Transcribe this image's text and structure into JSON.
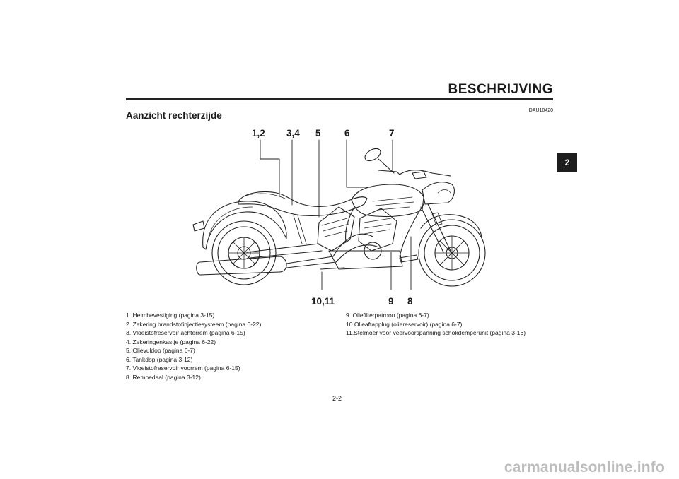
{
  "header": {
    "section_title": "BESCHRIJVING",
    "doc_code": "DAU10420",
    "subheading": "Aanzicht rechterzijde",
    "chapter_tab": "2"
  },
  "diagram": {
    "callouts": [
      "1,2",
      "3,4",
      "5",
      "6",
      "7",
      "10,11",
      "9",
      "8"
    ]
  },
  "legend": {
    "left": [
      "1.  Helmbevestiging (pagina 3-15)",
      "2.  Zekering brandstofinjectiesysteem (pagina 6-22)",
      "3.  Vloeistofreservoir achterrem (pagina 6-15)",
      "4.  Zekeringenkastje (pagina 6-22)",
      "5.  Olievuldop (pagina 6-7)",
      "6.  Tankdop (pagina 3-12)",
      "7.  Vloeistofreservoir voorrem (pagina 6-15)",
      "8.  Rempedaal (pagina 3-12)"
    ],
    "right": [
      "9.  Oliefilterpatroon (pagina 6-7)",
      "10.Olieaftapplug (oliereservoir) (pagina 6-7)",
      "11.Stelmoer voor veervoorspanning schokdemperunit (pagina 3-16)"
    ]
  },
  "footer": {
    "page_number": "2-2",
    "watermark": "carmanualsonline.info"
  }
}
